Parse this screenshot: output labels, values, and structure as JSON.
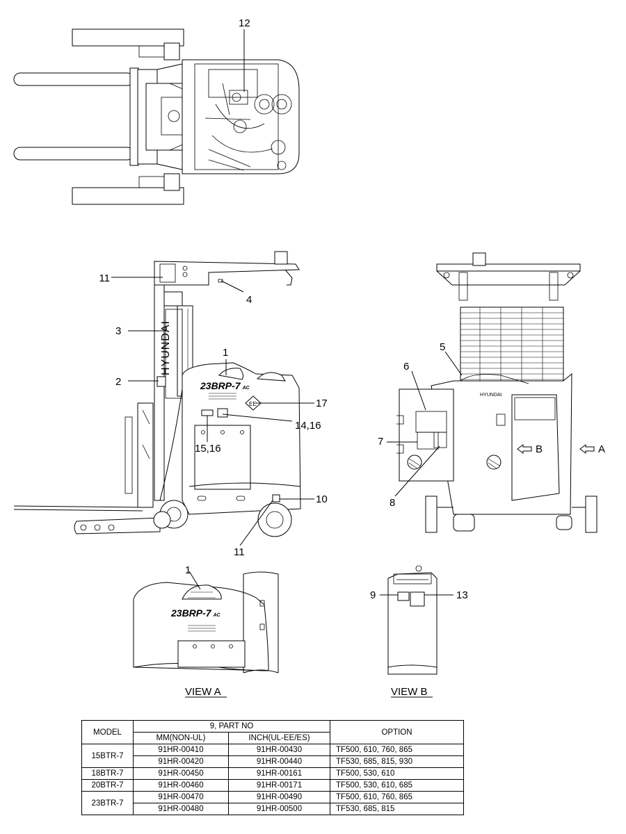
{
  "callouts": {
    "c1": "1",
    "c2": "2",
    "c3": "3",
    "c4": "4",
    "c5": "5",
    "c6": "6",
    "c7": "7",
    "c8": "8",
    "c9": "9",
    "c10": "10",
    "c11a": "11",
    "c11b": "11",
    "c12": "12",
    "c13": "13",
    "c1b": "1",
    "c14": "14,16",
    "c15": "15,16",
    "c17": "17",
    "arrowA": "A",
    "arrowB": "B"
  },
  "decals": {
    "brand": "HYUNDAI",
    "brand_small": "HYUNDAI",
    "model_badge": "23BRP-7",
    "model_badge_suffix": "AC",
    "model_badge_b": "23BRP-7",
    "model_badge_b_suffix": "AC",
    "ce_mark": "EE"
  },
  "views": {
    "view_a": "VIEW A",
    "view_b": "VIEW B"
  },
  "table": {
    "h_model": "MODEL",
    "h_part_no": "9, PART NO",
    "h_mm": "MM(NON-UL)",
    "h_inch": "INCH(UL-EE/ES)",
    "h_option": "OPTION",
    "rows": [
      {
        "model": "15BTR-7",
        "mm": "91HR-00410",
        "inch": "91HR-00430",
        "option": "TF500, 610, 760, 865"
      },
      {
        "model": "",
        "mm": "91HR-00420",
        "inch": "91HR-00440",
        "option": "TF530, 685, 815, 930"
      },
      {
        "model": "18BTR-7",
        "mm": "91HR-00450",
        "inch": "91HR-00161",
        "option": "TF500, 530, 610"
      },
      {
        "model": "20BTR-7",
        "mm": "91HR-00460",
        "inch": "91HR-00171",
        "option": "TF500, 530, 610, 685"
      },
      {
        "model": "23BTR-7",
        "mm": "91HR-00470",
        "inch": "91HR-00490",
        "option": "TF500, 610, 760, 865"
      },
      {
        "model": "",
        "mm": "91HR-00480",
        "inch": "91HR-00500",
        "option": "TF530, 685, 815"
      }
    ]
  }
}
